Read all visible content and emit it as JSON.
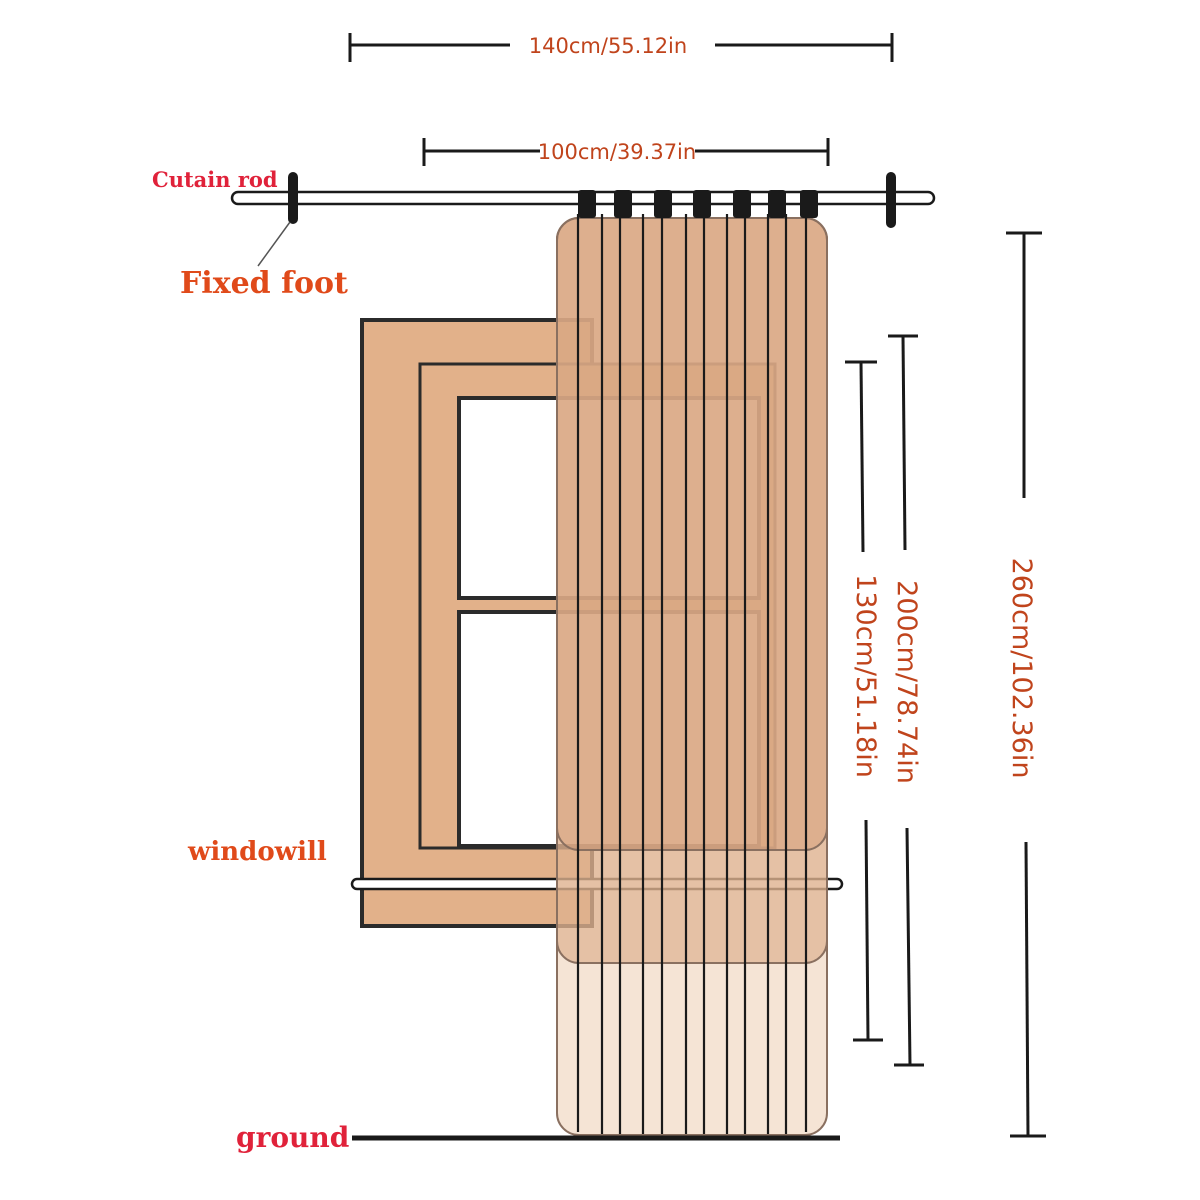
{
  "labels": {
    "curtain_rod": "Cutain rod",
    "fixed_foot": "Fixed foot",
    "windowsill": "windowill",
    "ground": "ground"
  },
  "dimensions": {
    "rod_width": "140cm/55.12in",
    "curtain_width": "100cm/39.37in",
    "height_260": "260cm/102.36in",
    "height_200": "200cm/78.74in",
    "height_130": "130cm/51.18in"
  },
  "colors": {
    "label_red": "#e0223a",
    "label_orange": "#e04a1a",
    "dimension_text": "#c0441c",
    "window_frame": "#e2b18a",
    "curtain_fill": "#d7a47e",
    "curtain_light": "#edcdb3",
    "line": "#1a1a1a"
  }
}
